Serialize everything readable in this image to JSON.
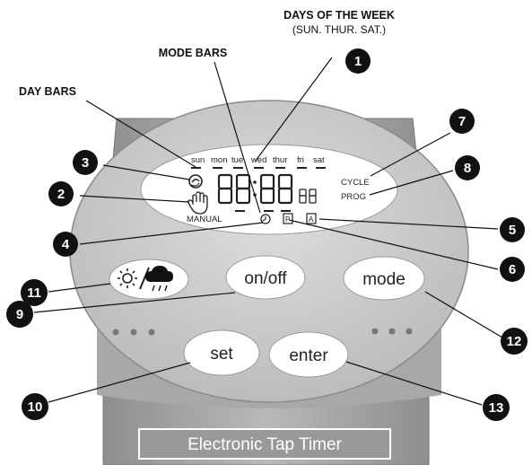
{
  "labels": {
    "days_of_week": "DAYS OF THE WEEK",
    "days_of_week_sub": "(SUN. THUR. SAT.)",
    "mode_bars": "MODE BARS",
    "day_bars": "DAY BARS"
  },
  "lcd": {
    "days": [
      "sun",
      "mon",
      "tue",
      "wed",
      "thur",
      "fri",
      "sat"
    ],
    "cycle": "CYCLE",
    "prog": "PROG",
    "manual": "MANUAL",
    "p_box": "P",
    "a_box": "A"
  },
  "buttons": {
    "on_off": "on/off",
    "mode": "mode",
    "set": "set",
    "enter": "enter"
  },
  "nameplate": "Electronic Tap Timer",
  "callouts": [
    "1",
    "2",
    "3",
    "4",
    "5",
    "6",
    "7",
    "8",
    "9",
    "10",
    "11",
    "12",
    "13"
  ]
}
